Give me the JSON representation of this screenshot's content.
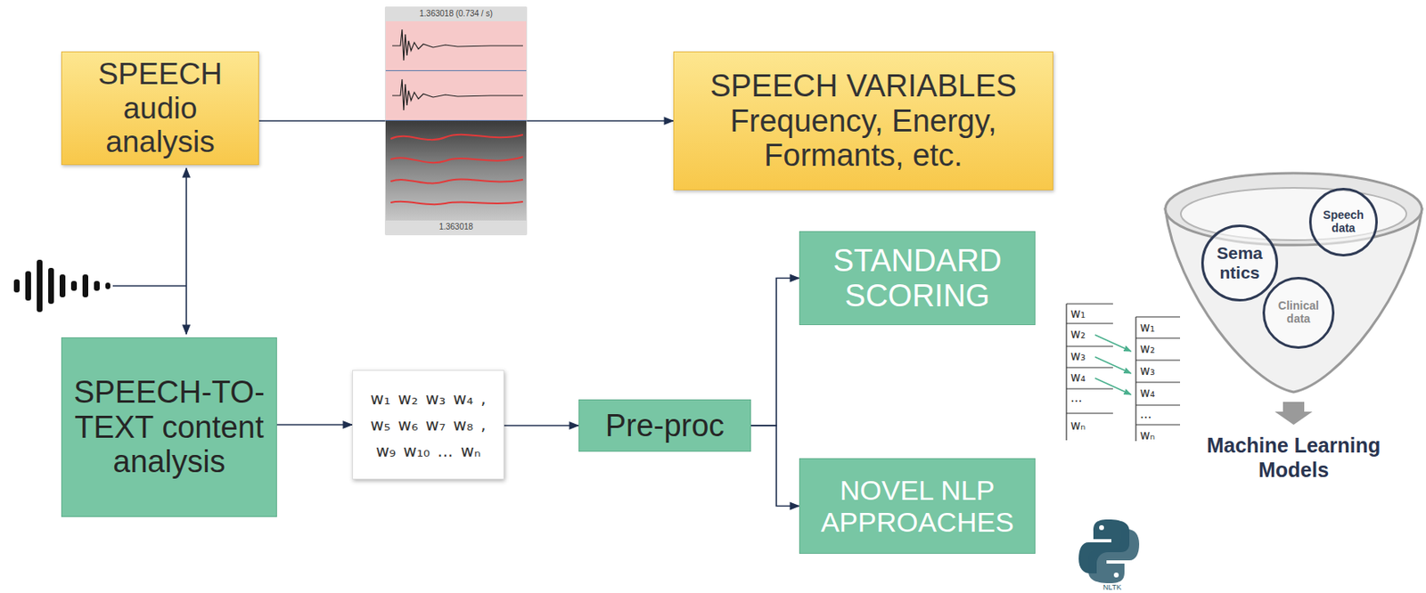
{
  "diagram": {
    "nodes": [
      {
        "text": [
          "SPEECH audio analysis"
        ]
      },
      {
        "text": [
          "SPEECH VARIABLES",
          "Frequency, Energy, Formants, etc."
        ]
      },
      {
        "text": [
          "SPEECH-TO-TEXT content analysis"
        ]
      },
      {
        "text": [
          "w₁ w₂ w₃ w₄ , w₅ w₆ w₇ w₈ , w₉ w₁₀ ... wₙ"
        ]
      },
      {
        "text": [
          "Pre-proc"
        ]
      },
      {
        "text": [
          "STANDARD SCORING"
        ]
      },
      {
        "text": [
          "NOVEL NLP APPROACHES"
        ]
      },
      {
        "text": [
          "Sema ntics"
        ]
      },
      {
        "text": [
          "Speech data"
        ]
      },
      {
        "text": [
          "Clinical data"
        ]
      }
    ],
    "edges": [
      {
        "from": 0,
        "to": 1,
        "arrow": "to"
      },
      {
        "from": 2,
        "to": 3,
        "arrow": "to"
      },
      {
        "from": 3,
        "to": 4,
        "arrow": "to"
      },
      {
        "from": 4,
        "to": 5,
        "arrow": "to"
      },
      {
        "from": 4,
        "to": 6,
        "arrow": "to"
      }
    ],
    "labels": [
      "1.363018 (0.734 / s)",
      "1.363018",
      "w₁",
      "w₂",
      "w₃",
      "w₄",
      "...",
      "wₙ",
      "w₁",
      "w₂",
      "w₃",
      "w₄",
      "...",
      "wₙ",
      "Machine Learning Models",
      "NLTK"
    ]
  }
}
